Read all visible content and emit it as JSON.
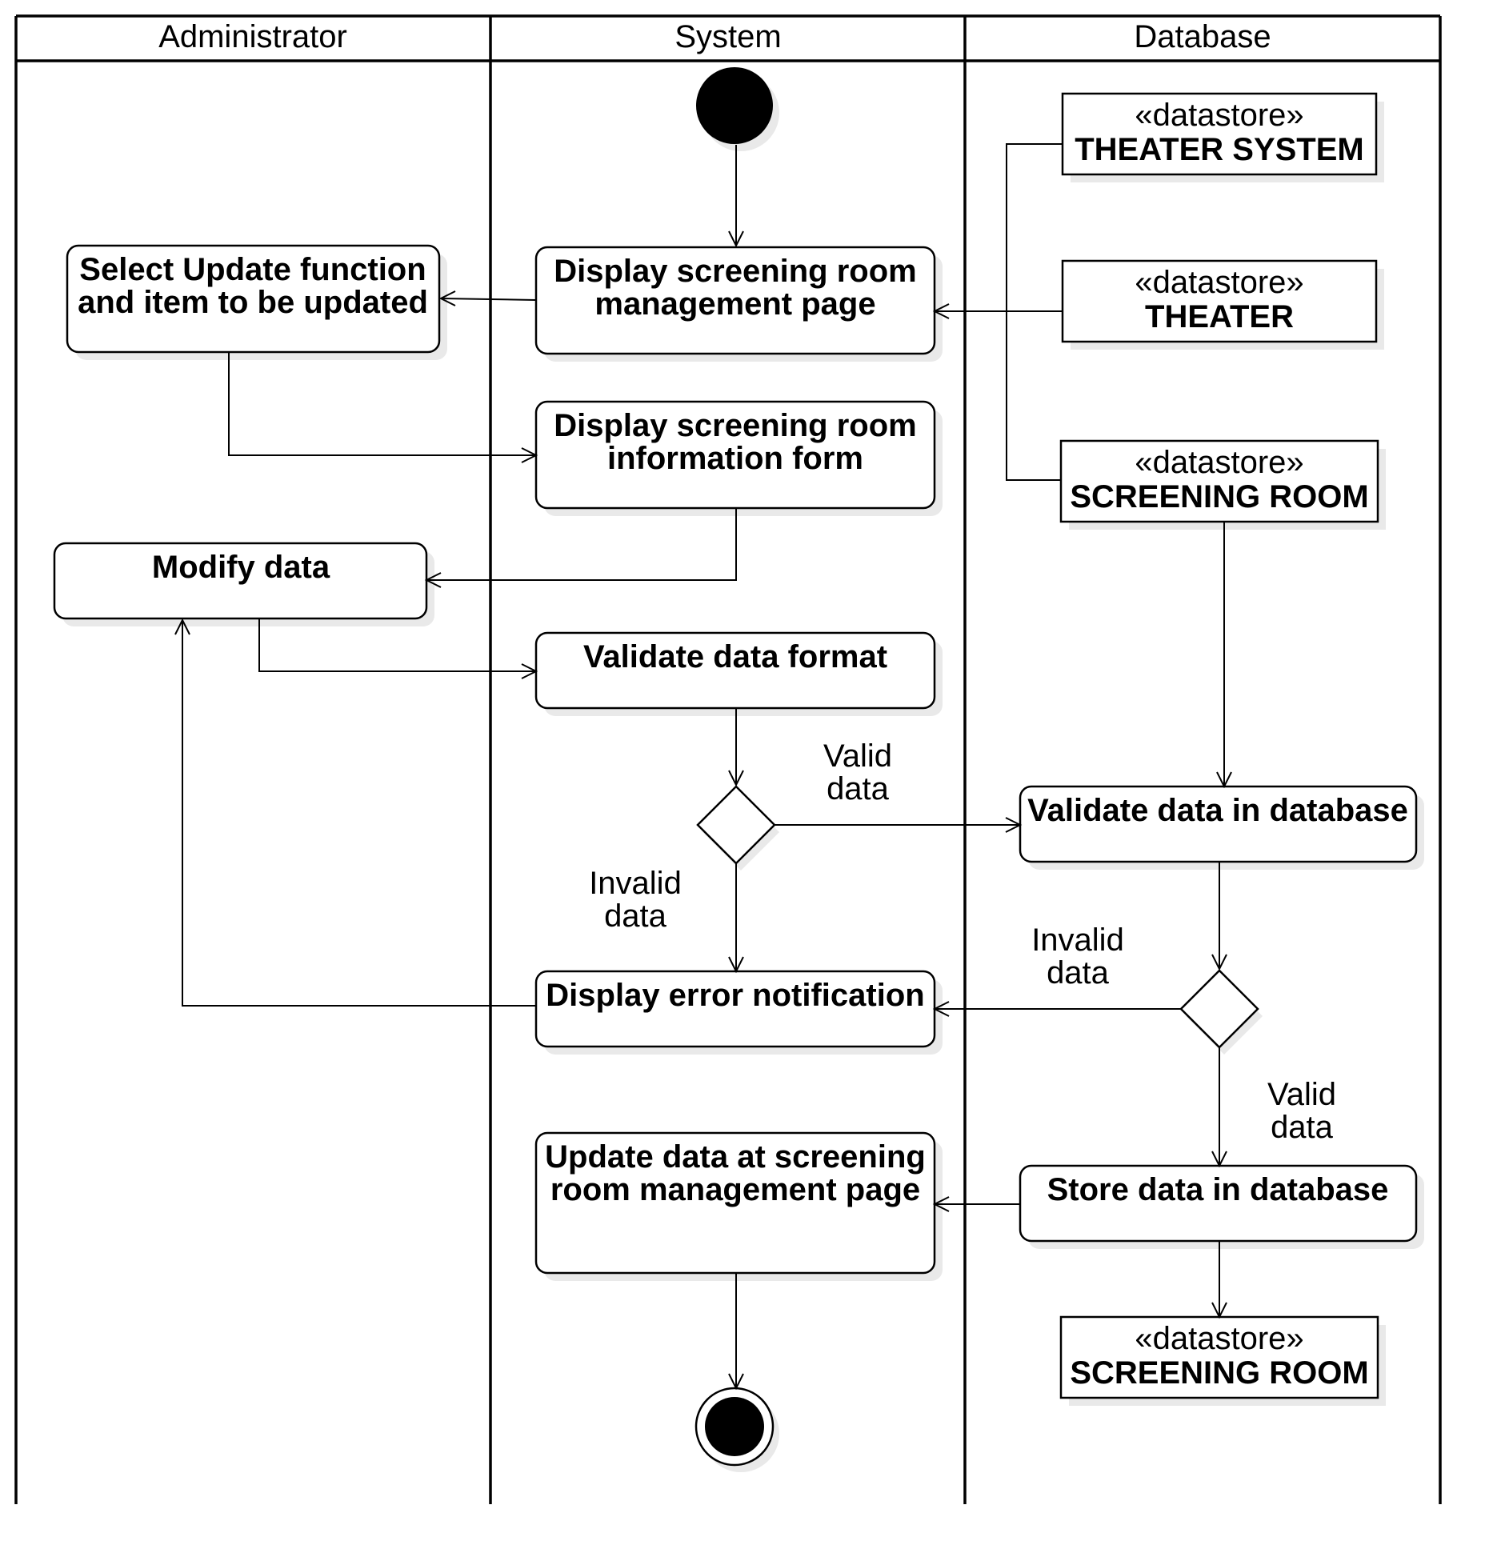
{
  "lanes": [
    {
      "title": "Administrator"
    },
    {
      "title": "System"
    },
    {
      "title": "Database"
    }
  ],
  "actions": {
    "select_update": {
      "lines": [
        "Select Update function",
        "and item to be updated"
      ]
    },
    "display_mgmt_page": {
      "lines": [
        "Display screening room",
        "management page"
      ]
    },
    "display_info_form": {
      "lines": [
        "Display screening room",
        "information form"
      ]
    },
    "modify_data": {
      "lines": [
        "Modify data"
      ]
    },
    "validate_format": {
      "lines": [
        "Validate data format"
      ]
    },
    "validate_db": {
      "lines": [
        "Validate data in database"
      ]
    },
    "display_error": {
      "lines": [
        "Display error notification"
      ]
    },
    "update_page": {
      "lines": [
        "Update data at screening",
        "room management page"
      ]
    },
    "store_db": {
      "lines": [
        "Store data in database"
      ]
    }
  },
  "datastores": {
    "theater_system": {
      "stereotype": "«datastore»",
      "name": "THEATER SYSTEM"
    },
    "theater": {
      "stereotype": "«datastore»",
      "name": "THEATER"
    },
    "screening_room_1": {
      "stereotype": "«datastore»",
      "name": "SCREENING ROOM"
    },
    "screening_room_2": {
      "stereotype": "«datastore»",
      "name": "SCREENING ROOM"
    }
  },
  "guards": {
    "valid_1": [
      "Valid",
      "data"
    ],
    "invalid_1": [
      "Invalid",
      "data"
    ],
    "invalid_2": [
      "Invalid",
      "data"
    ],
    "valid_2": [
      "Valid",
      "data"
    ]
  }
}
